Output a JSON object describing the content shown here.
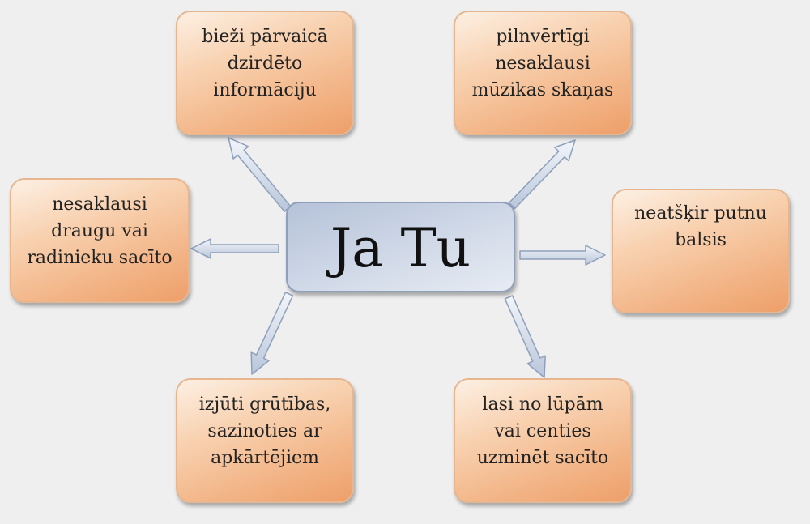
{
  "center": {
    "title": "Ja Tu"
  },
  "boxes": [
    {
      "id": "top-left",
      "lines": [
        "bieži pārvaicā",
        "dzirdēto",
        "informāciju"
      ]
    },
    {
      "id": "top-right",
      "lines": [
        "pilnvērtīgi",
        "nesaklausi",
        "mūzikas skaņas"
      ]
    },
    {
      "id": "middle-left",
      "lines": [
        "nesaklausi",
        "draugu vai",
        "radinieku sacīto"
      ]
    },
    {
      "id": "middle-right",
      "lines": [
        "neatšķir putnu",
        "balsis"
      ]
    },
    {
      "id": "bottom-left",
      "lines": [
        "izjūti grūtības,",
        "sazinoties ar",
        "apkārtējiem"
      ]
    },
    {
      "id": "bottom-right",
      "lines": [
        "lasi no lūpām",
        "vai centies",
        "uzminēt sacīto"
      ]
    }
  ],
  "colors": {
    "background": "#efefef",
    "center_fill": "#c9d3e4",
    "box_fill": "#f2b283",
    "arrow_fill": "#d3dcea",
    "arrow_stroke": "#8e9fbc"
  }
}
